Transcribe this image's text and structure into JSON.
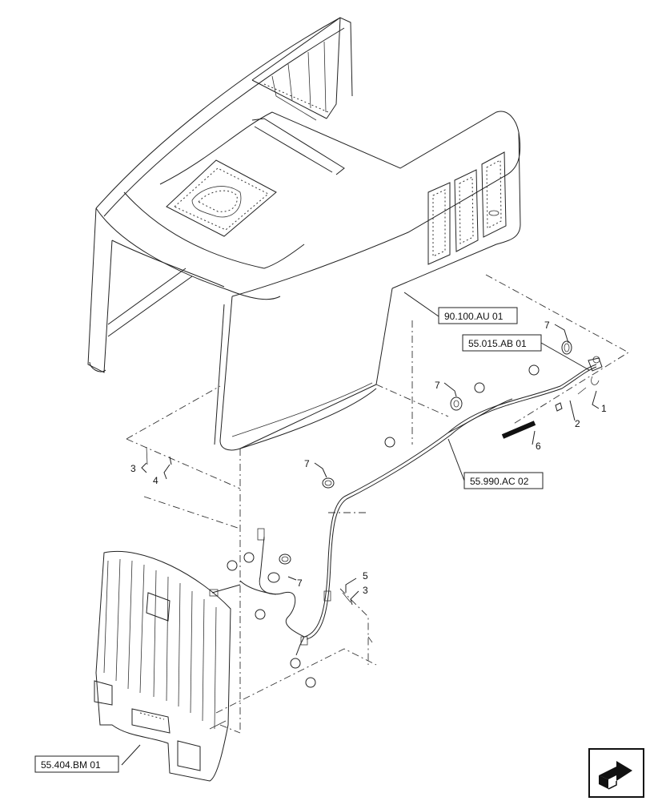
{
  "references": {
    "hood": "90.100.AU 01",
    "top_right": "55.015.AB 01",
    "harness": "55.990.AC 02",
    "grille": "55.404.BM 01"
  },
  "callouts": {
    "c1": "1",
    "c2": "2",
    "c3a": "3",
    "c3b": "3",
    "c4": "4",
    "c5": "5",
    "c6": "6",
    "c7a": "7",
    "c7b": "7",
    "c7c": "7",
    "c7d": "7"
  },
  "nav_icon": "next-page-arrow-icon"
}
